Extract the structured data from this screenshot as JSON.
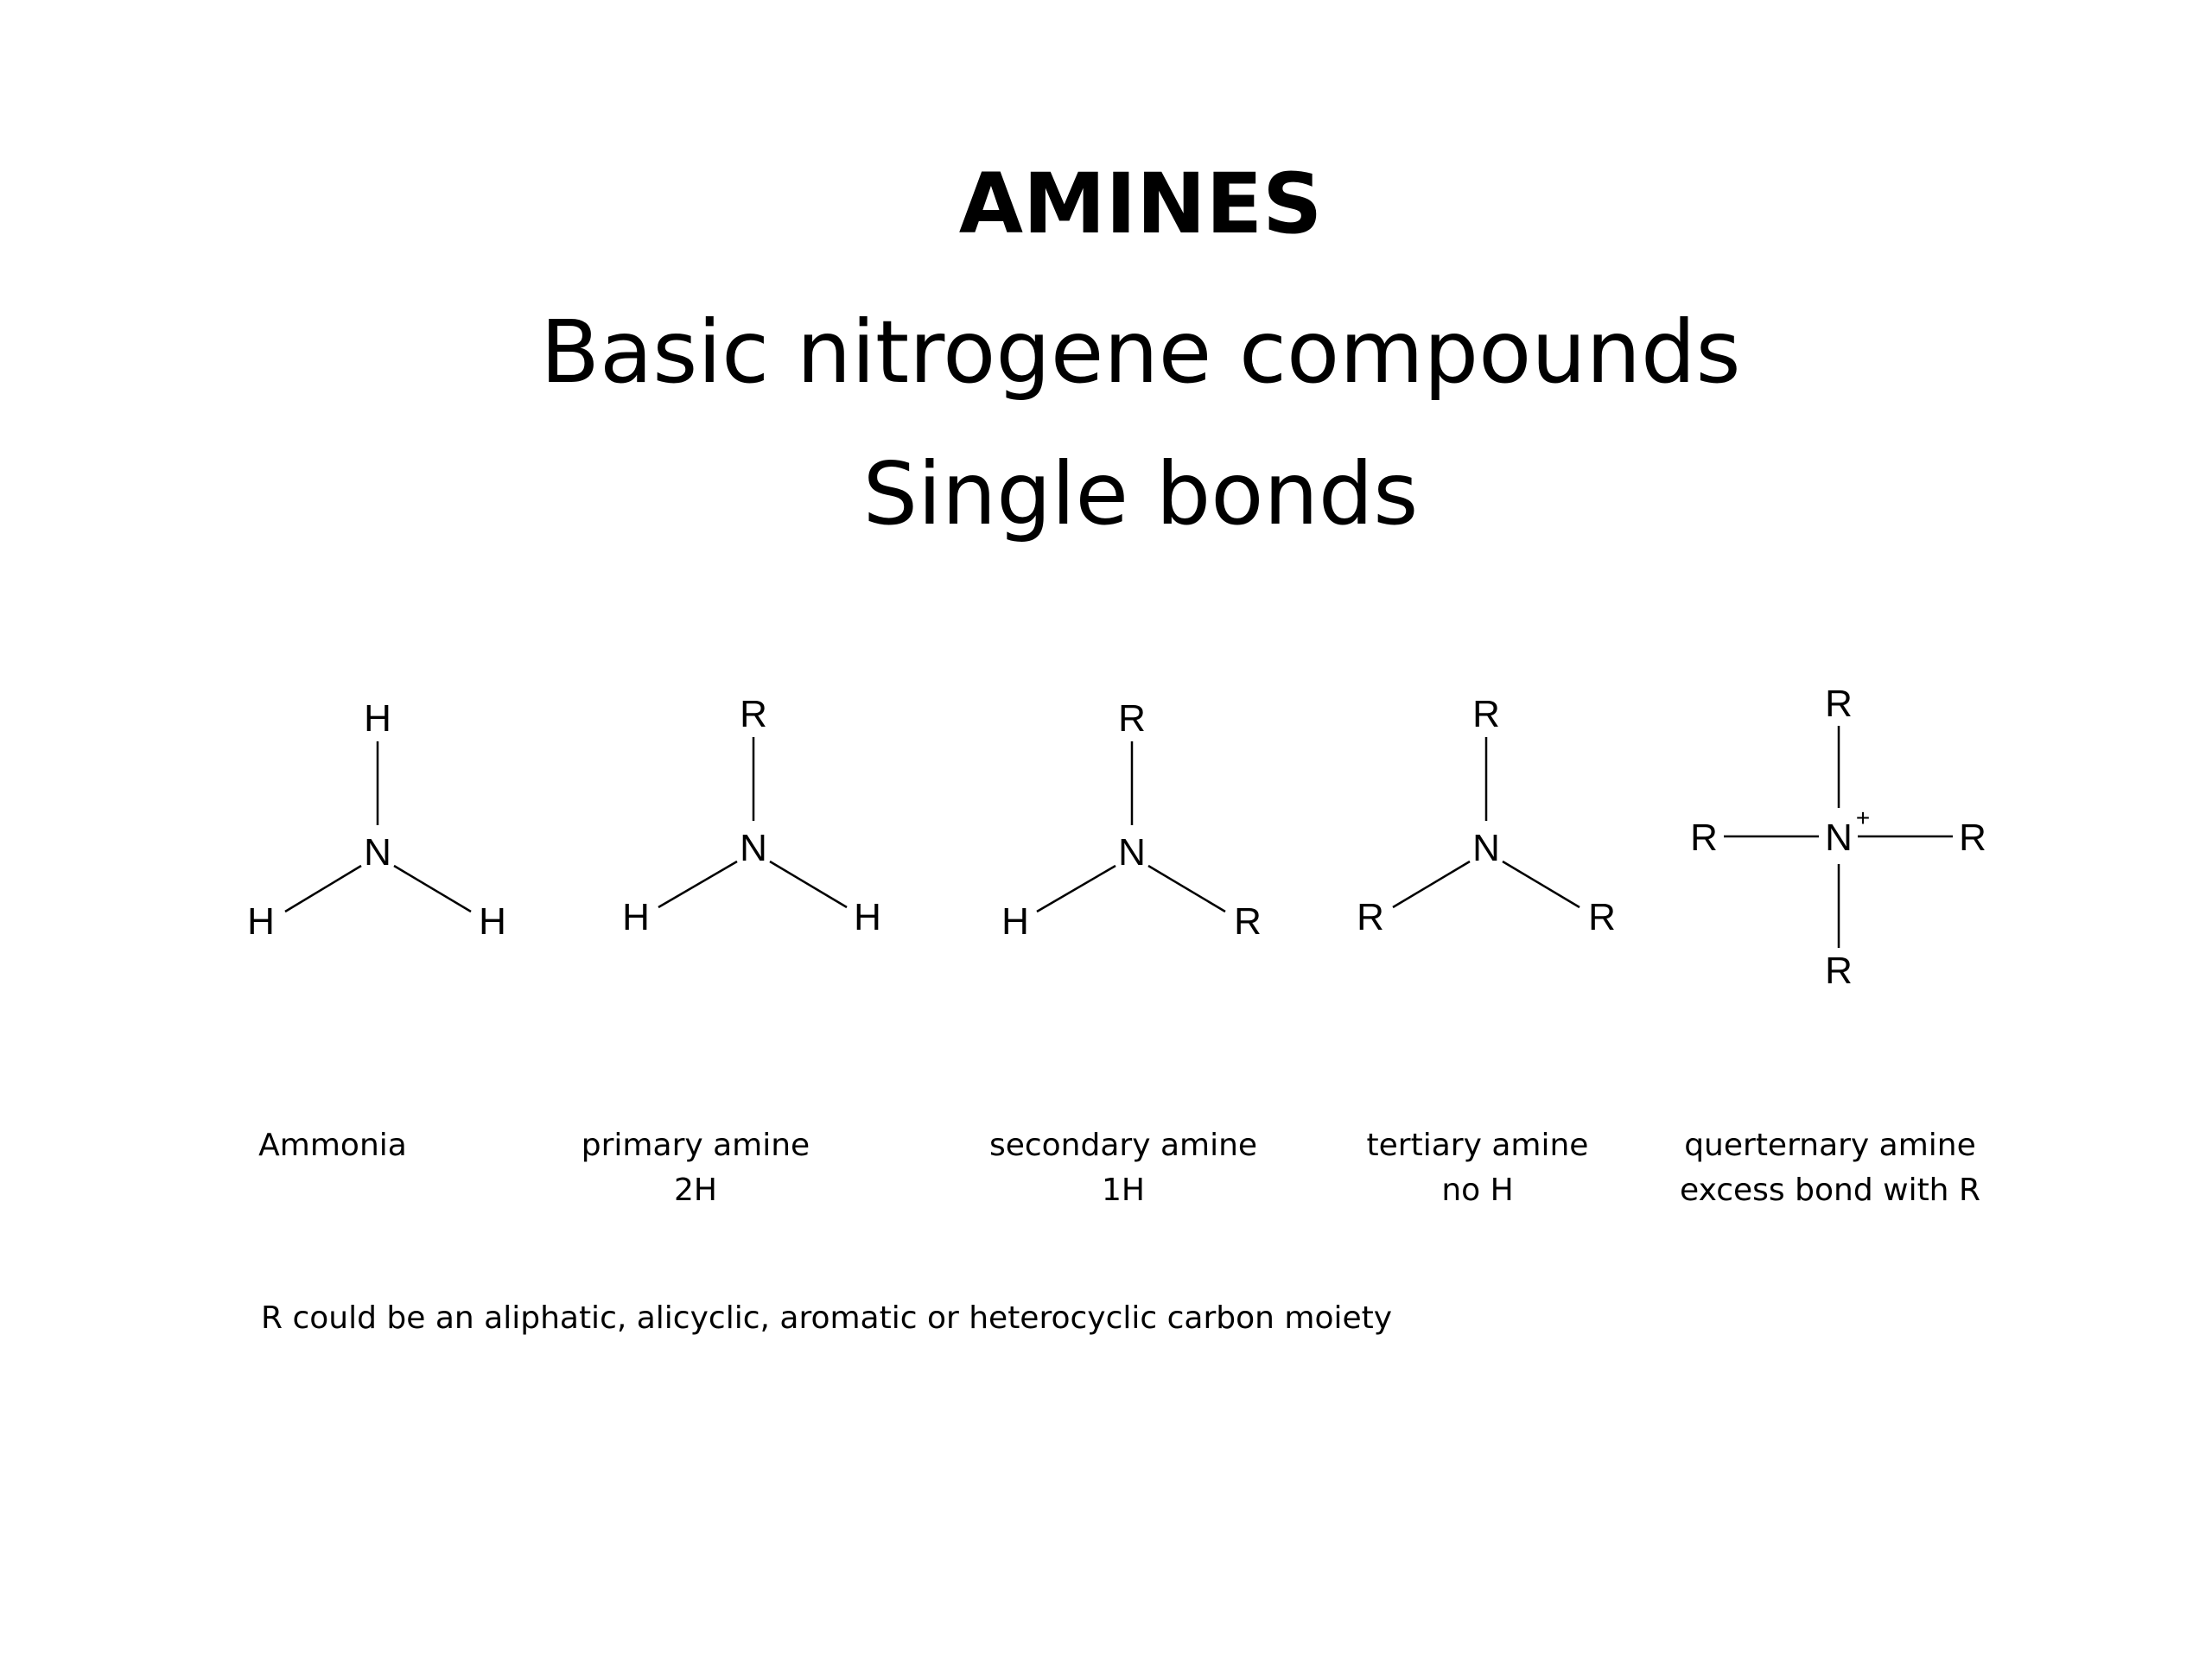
{
  "title": "AMINES",
  "subtitle": "Basic nitrogene compounds",
  "subtitle2": "Single bonds",
  "structures": [
    {
      "center": "N",
      "top": "H",
      "left": "H",
      "right": "H",
      "caption_line1": "Ammonia",
      "caption_line2": ""
    },
    {
      "center": "N",
      "top": "R",
      "left": "H",
      "right": "H",
      "caption_line1": "primary amine",
      "caption_line2": "2H"
    },
    {
      "center": "N",
      "top": "R",
      "left": "H",
      "right": "R",
      "caption_line1": "secondary amine",
      "caption_line2": "1H"
    },
    {
      "center": "N",
      "top": "R",
      "left": "R",
      "right": "R",
      "caption_line1": "tertiary amine",
      "caption_line2": "no H"
    },
    {
      "center": "N",
      "charge": "+",
      "top": "R",
      "left": "R",
      "right": "R",
      "bottom": "R",
      "caption_line1": "querternary amine",
      "caption_line2": "excess bond with R"
    }
  ],
  "note": "R could be an aliphatic, alicyclic, aromatic or heterocyclic carbon moiety"
}
